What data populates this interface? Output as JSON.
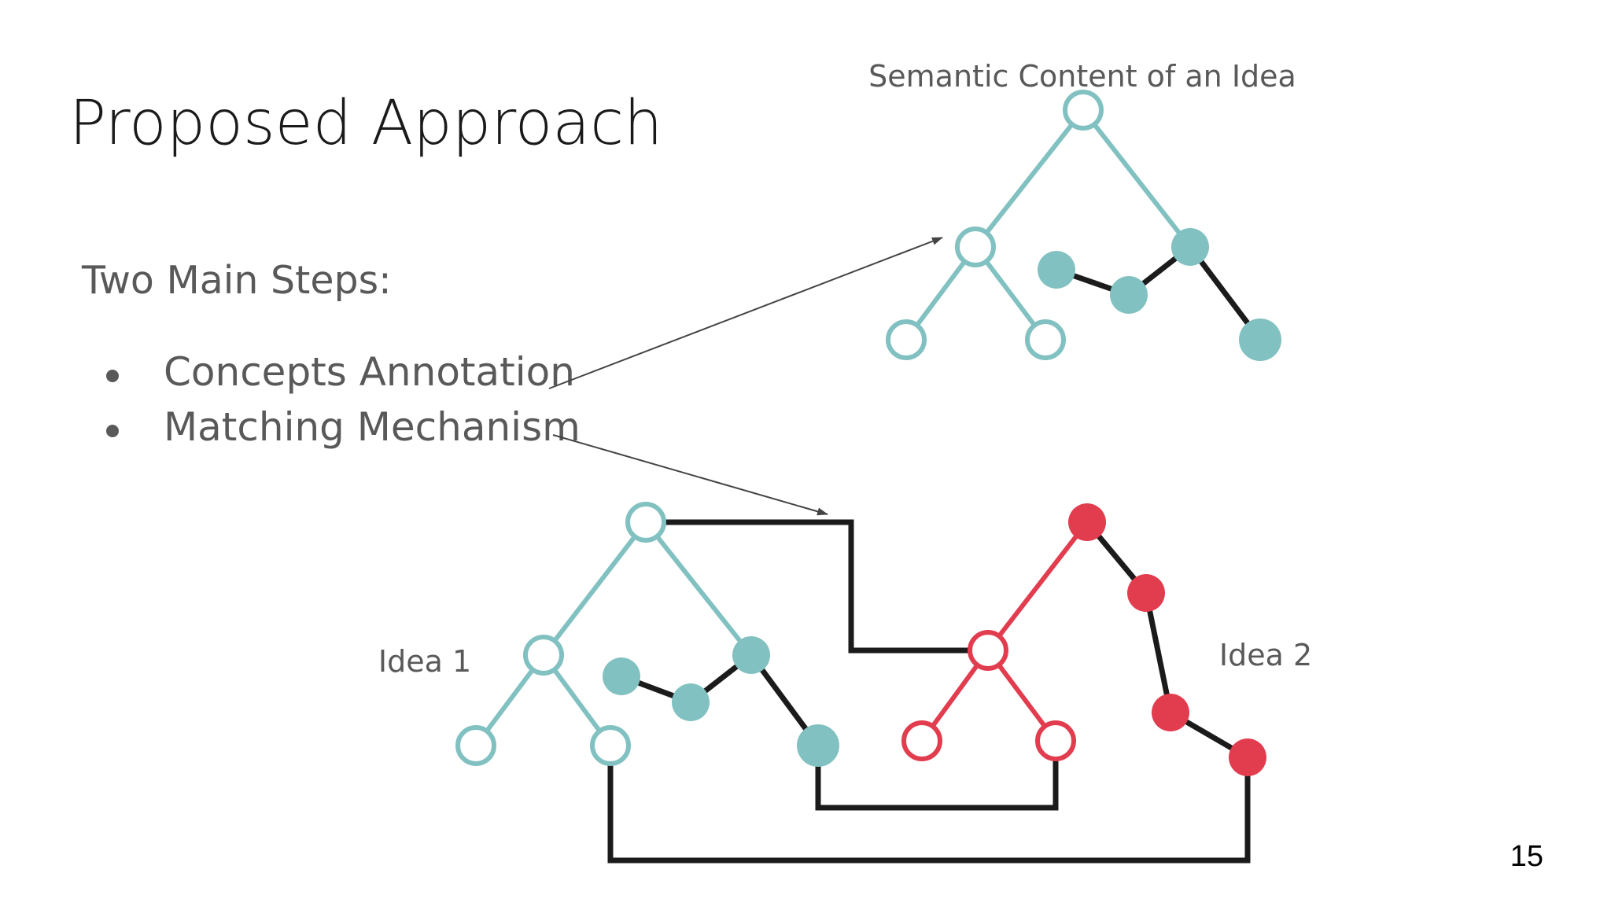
{
  "slide": {
    "title": "Proposed Approach",
    "subtitle": "Two Main Steps:",
    "steps": [
      {
        "label": "Concepts Annotation"
      },
      {
        "label": "Matching Mechanism"
      }
    ],
    "page_number": "15"
  },
  "diagram": {
    "semantic_label": "Semantic Content of an Idea",
    "idea1_label": "Idea 1",
    "idea2_label": "Idea 2"
  },
  "colors": {
    "teal": "#82c1c1",
    "red": "#e23d4f",
    "connector": "#1b1b1b",
    "arrow": "#444444"
  }
}
